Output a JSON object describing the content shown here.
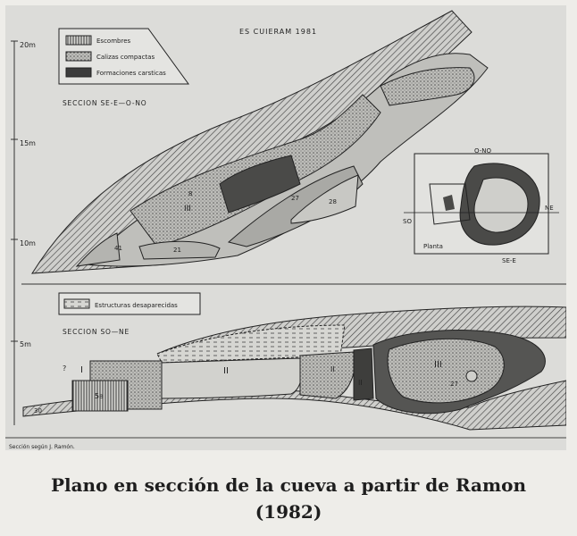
{
  "figure": {
    "title": "ES CUIERAM  1981",
    "credit": "Sección según J. Ramón.",
    "scale_marks": [
      "20m",
      "15m",
      "10m",
      "5m"
    ],
    "legend_top": [
      {
        "label": "Escombres",
        "pattern": "vertical-lines"
      },
      {
        "label": "Calizas compactas",
        "pattern": "dots-grey"
      },
      {
        "label": "Formaciones carsticas",
        "pattern": "dark"
      }
    ],
    "legend_bottom": [
      {
        "label": "Estructuras desaparecidas",
        "pattern": "dashes"
      }
    ],
    "sections": {
      "upper_title": "SECCION SE-E—O-NO",
      "lower_title": "SECCION SO—NE"
    },
    "plan": {
      "label": "Planta",
      "dir_top": "O-NO",
      "dir_left": "SO",
      "dir_right": "NE",
      "dir_bottom": "SE-E"
    },
    "upper_zones": [
      "III",
      "8",
      "21",
      "27",
      "28",
      "41"
    ],
    "lower_zones": [
      "?",
      "I",
      "5a",
      "30",
      "II",
      "III",
      "27",
      "II",
      "II"
    ]
  },
  "caption": {
    "line1": "Plano en sección de la cueva a partir de Ramon",
    "line2": "(1982)"
  }
}
